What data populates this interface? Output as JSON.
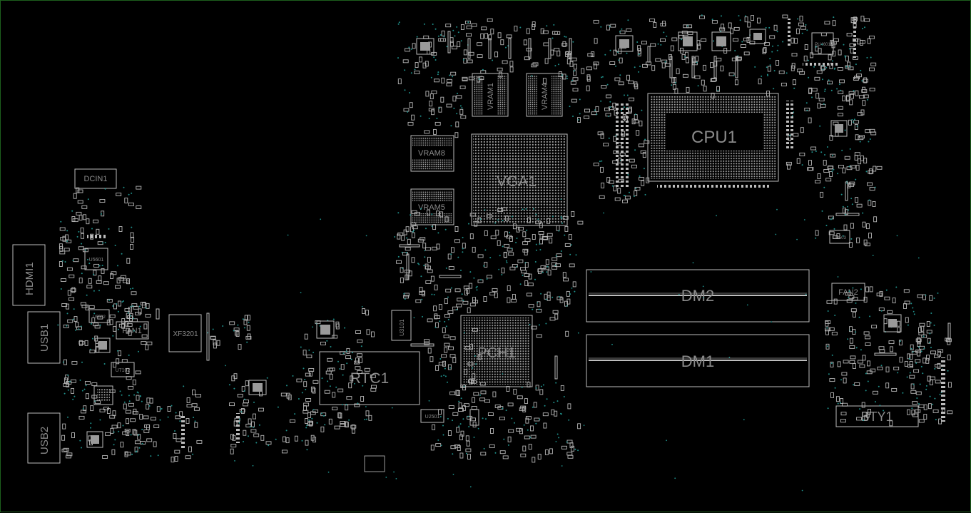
{
  "components": {
    "cpu1": "CPU1",
    "vga1": "VGA1",
    "vram1": "VRAM1",
    "vram4": "VRAM4",
    "vram8": "VRAM8",
    "vram5": "VRAM5",
    "pch1": "PCH1",
    "rtc1": "RTC1",
    "dm1": "DM1",
    "dm2": "DM2",
    "bty1": "BTY1",
    "fan1": "FAN1",
    "fan2": "FAN2",
    "hdmi1": "HDMI1",
    "usb1": "USB1",
    "usb2": "USB2",
    "dcin1": "DCIN1",
    "xf3201": "XF3201",
    "u5601": "U5601",
    "u3101": "U3101",
    "u7102": "U7102",
    "u2501": "U2501",
    "u5502": "U5502",
    "u8503": "U8503",
    "pu4601": "PU4601"
  },
  "colors": {
    "background": "#000000",
    "outline": "#bdbdbd",
    "label": "#8a8a8a",
    "via": "#1f8f8a",
    "border": "#1d5f1d"
  }
}
